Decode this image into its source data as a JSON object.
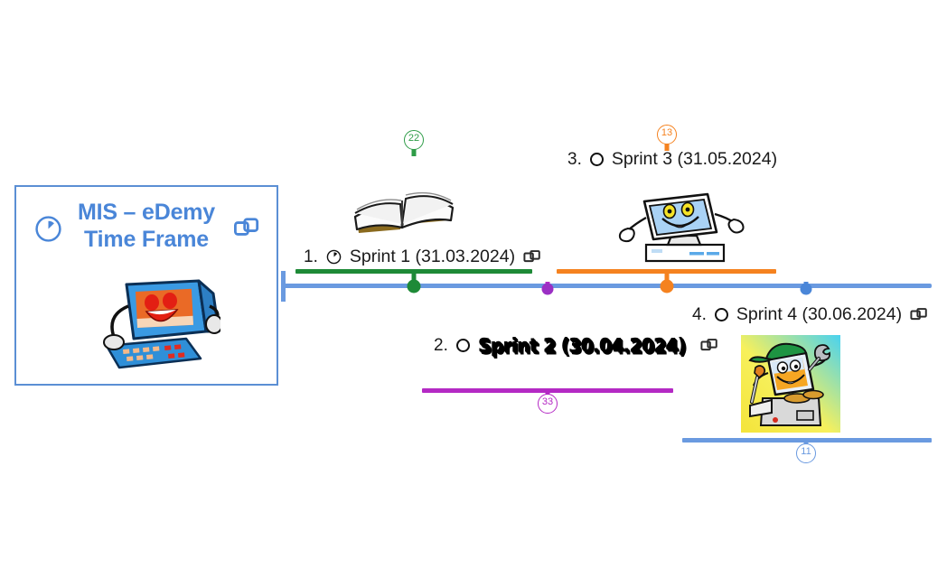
{
  "title_card": {
    "heading_line1": "MIS – eDemy",
    "heading_line2": "Time Frame",
    "clock_icon": "clock-icon",
    "copy_icon": "copy-icon",
    "artwork": "smiling-computer-clipart",
    "accent_color": "#4a86d8",
    "border_color": "#5b8fd4"
  },
  "timeline": {
    "axis_color": "#6a9ae0",
    "milestones": [
      {
        "index": "1.",
        "icon": "clock-icon",
        "label": "Sprint 1 (31.03.2024)",
        "copy_icon": "copy-icon",
        "badge": "22",
        "color": "#1e8a37",
        "artwork": "open-book-clipart"
      },
      {
        "index": "2.",
        "icon": "circle-outline-icon",
        "label": "Sprint 2 (30.04.2024)",
        "copy_icon": "copy-icon",
        "badge": "33",
        "color": "#b429c4",
        "artwork": null
      },
      {
        "index": "3.",
        "icon": "circle-outline-icon",
        "label": "Sprint 3 (31.05.2024)",
        "copy_icon": null,
        "badge": "13",
        "color": "#f5821f",
        "artwork": "happy-computer-clipart"
      },
      {
        "index": "4.",
        "icon": "circle-outline-icon",
        "label": "Sprint 4 (30.06.2024)",
        "copy_icon": "copy-icon",
        "badge": "11",
        "color": "#4a86d8",
        "artwork": "computer-technician-clipart"
      }
    ]
  }
}
